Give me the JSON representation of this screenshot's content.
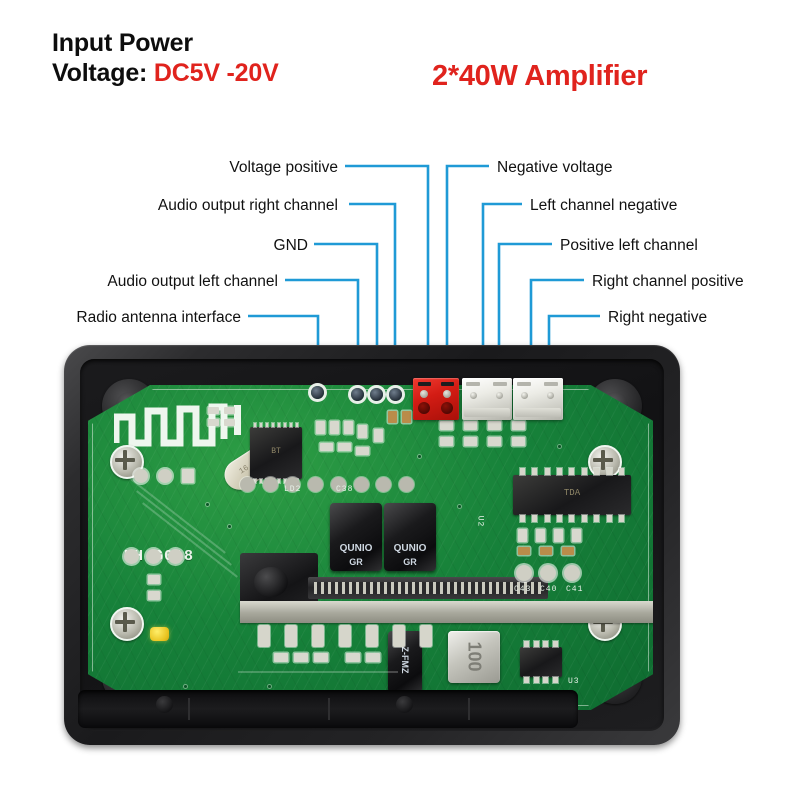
{
  "header": {
    "left_line1": "Input Power",
    "left_line2_prefix": "Voltage: ",
    "left_line2_value": "DC5V -20V",
    "right_title": "2*40W Amplifier",
    "red_color": "#e0231d",
    "text_color": "#0d0d0d"
  },
  "callouts": {
    "leader_color": "#1f9ad6",
    "left": [
      {
        "id": "voltage-positive",
        "label": "Voltage positive"
      },
      {
        "id": "audio-output-right-channel",
        "label": "Audio output right channel"
      },
      {
        "id": "gnd",
        "label": "GND"
      },
      {
        "id": "audio-output-left-channel",
        "label": "Audio output left channel"
      },
      {
        "id": "radio-antenna-interface",
        "label": "Radio antenna interface"
      }
    ],
    "right": [
      {
        "id": "negative-voltage",
        "label": "Negative voltage"
      },
      {
        "id": "left-channel-negative",
        "label": "Left channel negative"
      },
      {
        "id": "positive-left-channel",
        "label": "Positive left channel"
      },
      {
        "id": "right-channel-positive",
        "label": "Right channel positive"
      },
      {
        "id": "right-negative",
        "label": "Right negative"
      }
    ]
  },
  "board": {
    "silkscreen_model": "KH-G018",
    "pcb_color": "#17823a",
    "housing_color": "#1a1a1c",
    "capacitor_brand": "QUNIO",
    "capacitor_grade": "GR",
    "capacitor2_brand": "Z-FMZ",
    "inductor_code": "100",
    "crystal_code": "16.000",
    "silk_refs": [
      "C43",
      "C40",
      "C41",
      "C38",
      "U2",
      "U3",
      "LD2"
    ],
    "connectors": {
      "power_terminal_color": "#d31c14",
      "speaker_connector_color": "#ecece6",
      "power_pin_count": 2,
      "speaker_pin_count": 2
    }
  }
}
